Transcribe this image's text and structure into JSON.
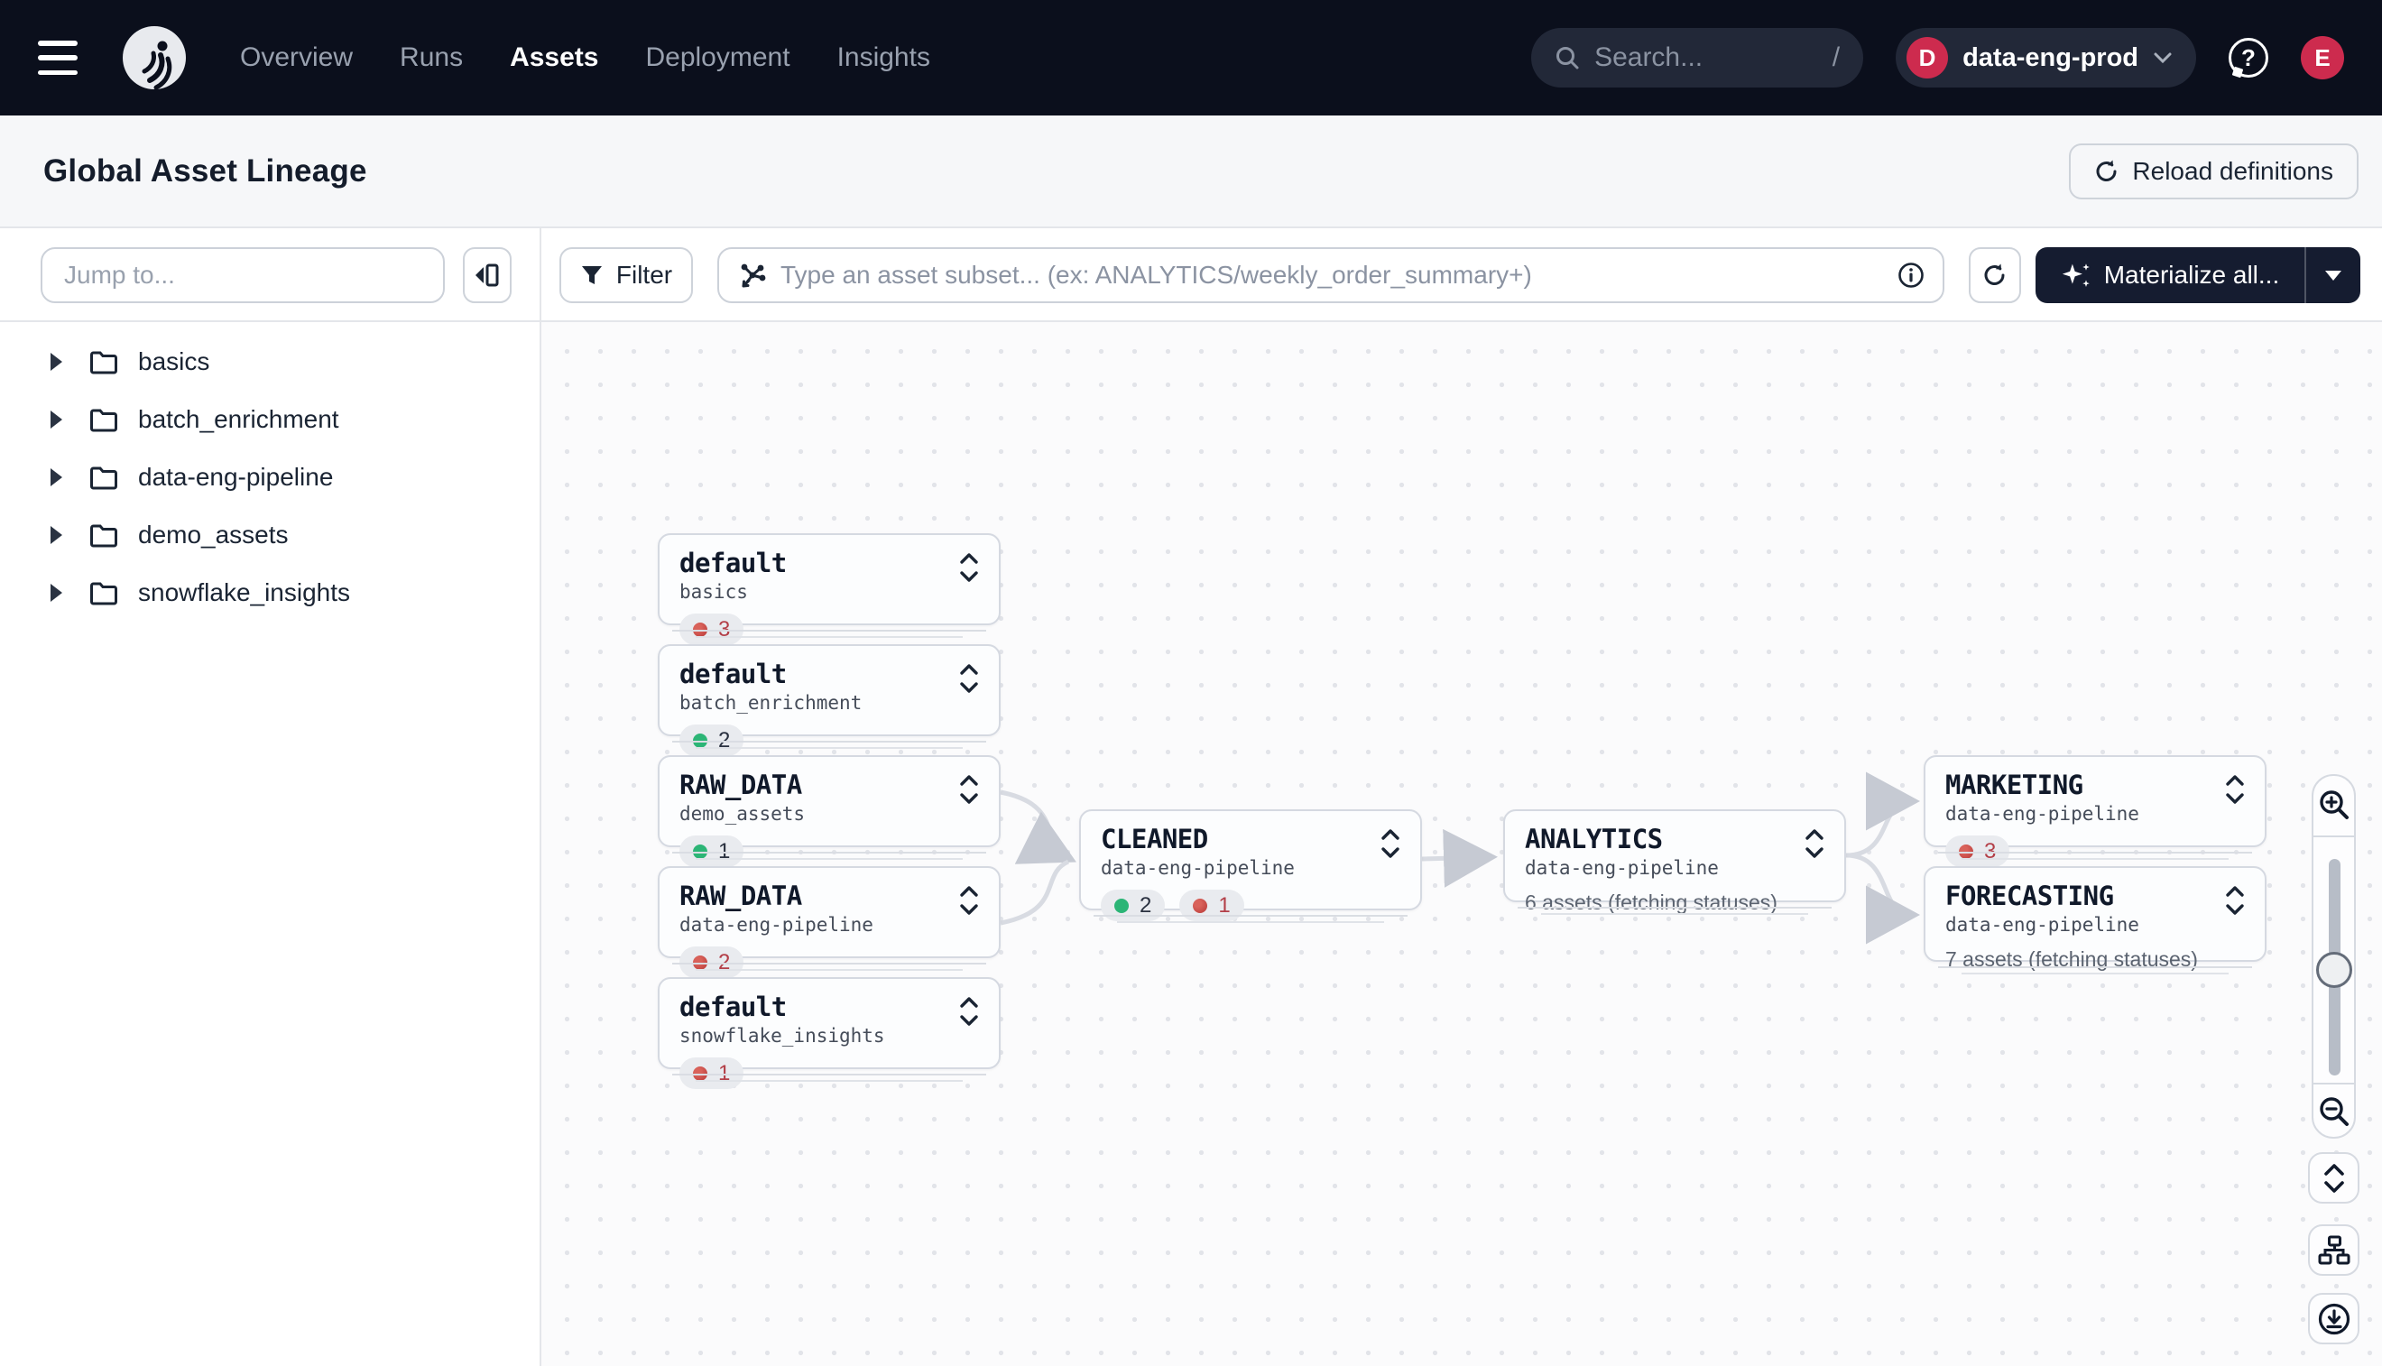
{
  "nav": {
    "links": [
      {
        "label": "Overview"
      },
      {
        "label": "Runs"
      },
      {
        "label": "Assets"
      },
      {
        "label": "Deployment"
      },
      {
        "label": "Insights"
      }
    ],
    "active_link": "Assets",
    "search_placeholder": "Search...",
    "search_shortcut": "/",
    "workspace_initial": "D",
    "workspace_name": "data-eng-prod",
    "avatar_initial": "E"
  },
  "header": {
    "title": "Global Asset Lineage",
    "reload_button": "Reload definitions"
  },
  "toolbar": {
    "jump_placeholder": "Jump to...",
    "filter_button": "Filter",
    "subset_placeholder": "Type an asset subset... (ex: ANALYTICS/weekly_order_summary+)",
    "materialize_button": "Materialize all..."
  },
  "sidebar": {
    "folders": [
      {
        "label": "basics"
      },
      {
        "label": "batch_enrichment"
      },
      {
        "label": "data-eng-pipeline"
      },
      {
        "label": "demo_assets"
      },
      {
        "label": "snowflake_insights"
      }
    ]
  },
  "graph": {
    "nodes": [
      {
        "title": "default",
        "subtitle": "basics",
        "badges": [
          {
            "color": "red",
            "count": "3"
          }
        ]
      },
      {
        "title": "default",
        "subtitle": "batch_enrichment",
        "badges": [
          {
            "color": "green",
            "count": "2"
          }
        ]
      },
      {
        "title": "RAW_DATA",
        "subtitle": "demo_assets",
        "badges": [
          {
            "color": "green",
            "count": "1"
          }
        ]
      },
      {
        "title": "RAW_DATA",
        "subtitle": "data-eng-pipeline",
        "badges": [
          {
            "color": "red",
            "count": "2"
          }
        ]
      },
      {
        "title": "default",
        "subtitle": "snowflake_insights",
        "badges": [
          {
            "color": "red",
            "count": "1"
          }
        ]
      },
      {
        "title": "CLEANED",
        "subtitle": "data-eng-pipeline",
        "badges": [
          {
            "color": "green",
            "count": "2"
          },
          {
            "color": "red",
            "count": "1"
          }
        ]
      },
      {
        "title": "ANALYTICS",
        "subtitle": "data-eng-pipeline",
        "status_text": "6 assets (fetching statuses)"
      },
      {
        "title": "MARKETING",
        "subtitle": "data-eng-pipeline",
        "badges": [
          {
            "color": "red",
            "count": "3"
          }
        ]
      },
      {
        "title": "FORECASTING",
        "subtitle": "data-eng-pipeline",
        "status_text": "7 assets (fetching statuses)"
      }
    ],
    "status_colors": {
      "green": "#2CB576",
      "red": "#C34A43"
    }
  }
}
